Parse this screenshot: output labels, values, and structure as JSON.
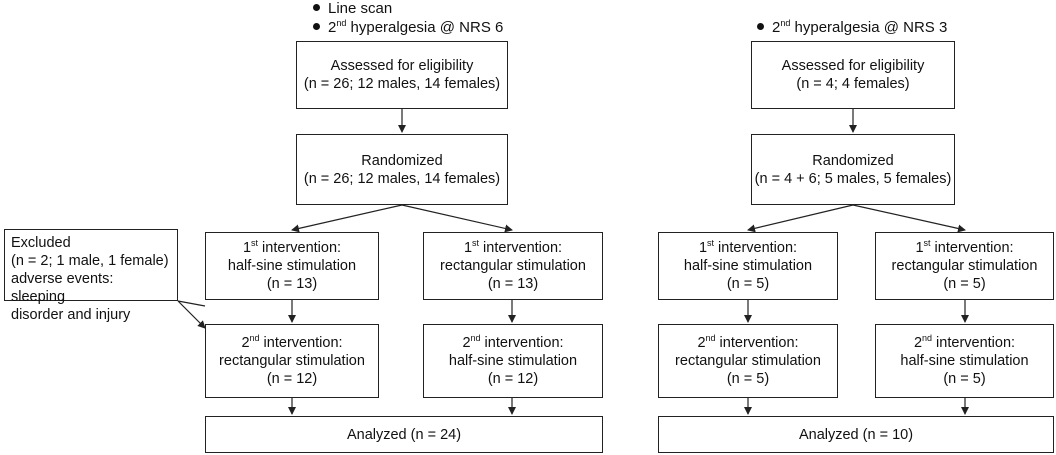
{
  "left_flow": {
    "bullets": [
      "Line scan",
      "hyperalgesia @ NRS 6"
    ],
    "bullet2_prefix": "2",
    "bullet2_sup": "nd",
    "assessed": {
      "line1": "Assessed for eligibility",
      "line2": "(n = 26; 12 males, 14 females)"
    },
    "randomized": {
      "line1": "Randomized",
      "line2": "(n = 26; 12 males, 14 females)"
    },
    "excluded": {
      "line1": "Excluded",
      "line2": "(n = 2; 1 male, 1 female)",
      "line3": "adverse events: sleeping",
      "line4": "disorder and injury"
    },
    "arm_a": {
      "first": {
        "num": "1",
        "sup": "st",
        "head": " intervention:",
        "type": "half-sine stimulation",
        "n": "(n = 13)"
      },
      "second": {
        "num": "2",
        "sup": "nd",
        "head": " intervention:",
        "type": "rectangular stimulation",
        "n": "(n = 12)"
      }
    },
    "arm_b": {
      "first": {
        "num": "1",
        "sup": "st",
        "head": " intervention:",
        "type": "rectangular stimulation",
        "n": "(n = 13)"
      },
      "second": {
        "num": "2",
        "sup": "nd",
        "head": " intervention:",
        "type": "half-sine stimulation",
        "n": "(n = 12)"
      }
    },
    "analyzed": "Analyzed (n = 24)"
  },
  "right_flow": {
    "bullet_prefix": "2",
    "bullet_sup": "nd",
    "bullet_text": " hyperalgesia @ NRS 3",
    "assessed": {
      "line1": "Assessed for eligibility",
      "line2": "(n = 4; 4 females)"
    },
    "randomized": {
      "line1": "Randomized",
      "line2": "(n = 4 + 6; 5 males, 5 females)"
    },
    "arm_a": {
      "first": {
        "num": "1",
        "sup": "st",
        "head": " intervention:",
        "type": "half-sine stimulation",
        "n": "(n = 5)"
      },
      "second": {
        "num": "2",
        "sup": "nd",
        "head": " intervention:",
        "type": "rectangular stimulation",
        "n": "(n = 5)"
      }
    },
    "arm_b": {
      "first": {
        "num": "1",
        "sup": "st",
        "head": " intervention:",
        "type": "rectangular stimulation",
        "n": "(n = 5)"
      },
      "second": {
        "num": "2",
        "sup": "nd",
        "head": " intervention:",
        "type": "half-sine stimulation",
        "n": "(n = 5)"
      }
    },
    "analyzed": "Analyzed (n = 10)"
  }
}
